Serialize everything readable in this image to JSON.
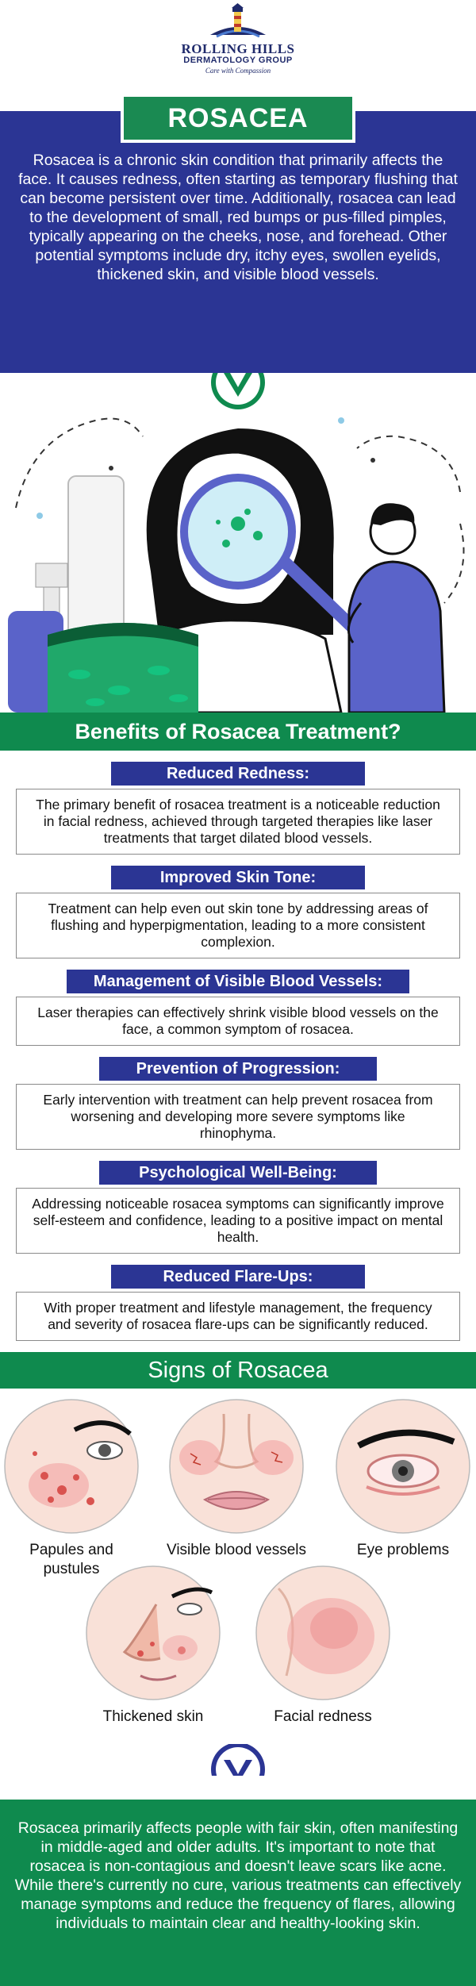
{
  "brand": {
    "name": "ROLLING HILLS",
    "subtitle": "DERMATOLOGY GROUP",
    "tagline": "Care with Compassion"
  },
  "intro": {
    "title": "ROSACEA",
    "text": "Rosacea is a chronic skin condition that primarily affects the face. It causes redness, often starting as temporary flushing that can become persistent over time. Additionally, rosacea can lead to the development of small, red bumps or pus-filled pimples, typically appearing on the cheeks, nose, and forehead. Other potential symptoms include dry, itchy eyes, swollen eyelids, thickened skin, and visible blood vessels."
  },
  "benefits": {
    "heading": "Benefits of Rosacea Treatment?",
    "items": [
      {
        "title": "Reduced Redness:",
        "text": "The primary benefit of rosacea treatment is a noticeable reduction in facial redness, achieved through targeted therapies like laser treatments that target dilated blood vessels."
      },
      {
        "title": "Improved Skin Tone:",
        "text": "Treatment can help even out skin tone by addressing areas of flushing and hyperpigmentation, leading to a more consistent complexion."
      },
      {
        "title": "Management of Visible Blood Vessels:",
        "text": "Laser therapies can effectively shrink visible blood vessels on the face, a common symptom of rosacea."
      },
      {
        "title": "Prevention of Progression:",
        "text": "Early intervention with treatment can help prevent rosacea from worsening and developing more severe symptoms like rhinophyma."
      },
      {
        "title": "Psychological Well-Being:",
        "text": "Addressing noticeable rosacea symptoms can significantly improve self-esteem and confidence, leading to a positive impact on mental health."
      },
      {
        "title": "Reduced Flare-Ups:",
        "text": "With proper treatment and lifestyle management, the frequency and severity of rosacea flare-ups can be significantly reduced."
      }
    ]
  },
  "signs": {
    "heading": "Signs of Rosacea",
    "items": [
      {
        "label": "Papules and pustules",
        "icon": "papules-icon"
      },
      {
        "label": "Visible blood vessels",
        "icon": "blood-vessels-icon"
      },
      {
        "label": "Eye problems",
        "icon": "eye-problems-icon"
      },
      {
        "label": "Thickened skin",
        "icon": "thickened-skin-icon"
      },
      {
        "label": "Facial redness",
        "icon": "facial-redness-icon"
      }
    ]
  },
  "outro": {
    "text": "Rosacea primarily affects people with fair skin, often manifesting in middle-aged and older adults. It's important to note that rosacea is non-contagious and doesn't leave scars like acne. While there's currently no cure, various treatments can effectively manage symptoms and reduce the frequency of flares, allowing individuals to maintain clear and healthy-looking skin."
  },
  "colors": {
    "navy": "#2b3594",
    "green": "#0f8a4e",
    "skin": "#f7d9cf",
    "redness": "#e88a8a"
  }
}
